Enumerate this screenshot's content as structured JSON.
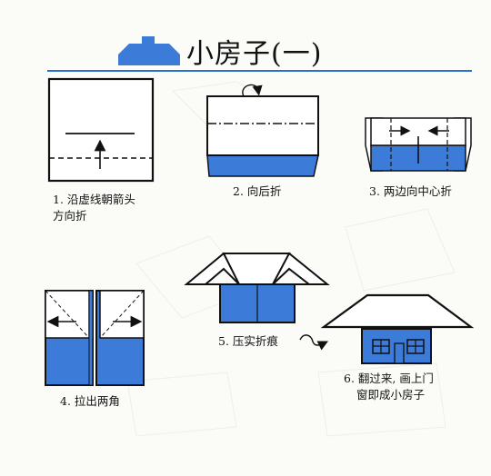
{
  "title": "小房子(一)",
  "steps": {
    "s1_line1": "1. 沿虚线朝箭头",
    "s1_line2": "方向折",
    "s2": "2. 向后折",
    "s3": "3. 两边向中心折",
    "s4": "4. 拉出两角",
    "s5": "5. 压实折痕",
    "s6_line1": "6. 翻过来, 画上门",
    "s6_line2": "窗即成小房子"
  },
  "colors": {
    "accent": "#2a6fd0",
    "paper_blue": "#3d7bd9",
    "outline": "#111111"
  }
}
